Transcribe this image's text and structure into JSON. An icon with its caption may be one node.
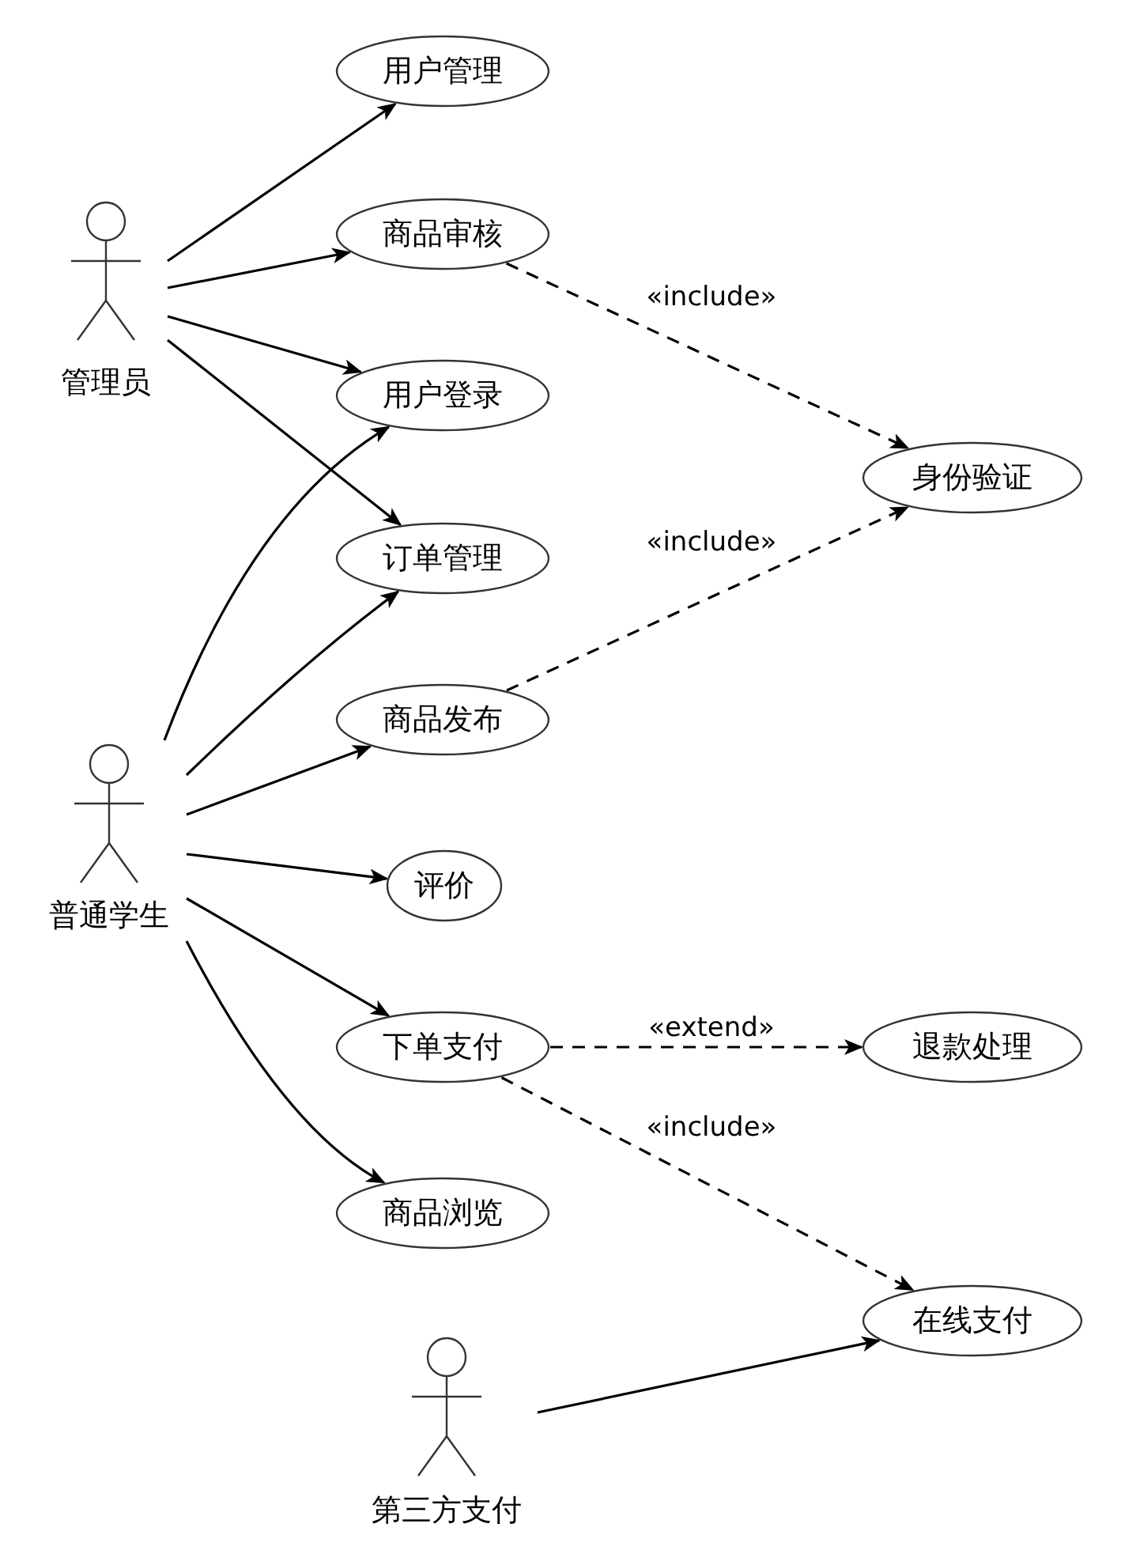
{
  "diagram": {
    "nodes": [
      {
        "text": [
          "管理员"
        ]
      },
      {
        "text": [
          "普通学生"
        ]
      },
      {
        "text": [
          "第三方支付"
        ]
      },
      {
        "text": [
          "用户管理"
        ]
      },
      {
        "text": [
          "商品审核"
        ]
      },
      {
        "text": [
          "用户登录"
        ]
      },
      {
        "text": [
          "订单管理"
        ]
      },
      {
        "text": [
          "商品发布"
        ]
      },
      {
        "text": [
          "评价"
        ]
      },
      {
        "text": [
          "下单支付"
        ]
      },
      {
        "text": [
          "商品浏览"
        ]
      },
      {
        "text": [
          "身份验证"
        ]
      },
      {
        "text": [
          "退款处理"
        ]
      },
      {
        "text": [
          "在线支付"
        ]
      }
    ],
    "edges": [
      {
        "from": 0,
        "to": 3,
        "arrow": "to"
      },
      {
        "from": 0,
        "to": 4,
        "arrow": "to"
      },
      {
        "from": 0,
        "to": 5,
        "arrow": "to"
      },
      {
        "from": 0,
        "to": 6,
        "arrow": "to"
      },
      {
        "from": 1,
        "to": 5,
        "arrow": "to"
      },
      {
        "from": 1,
        "to": 6,
        "arrow": "to"
      },
      {
        "from": 1,
        "to": 7,
        "arrow": "to"
      },
      {
        "from": 1,
        "to": 8,
        "arrow": "to"
      },
      {
        "from": 1,
        "to": 9,
        "arrow": "to"
      },
      {
        "from": 1,
        "to": 10,
        "arrow": "to"
      },
      {
        "from": 2,
        "to": 13,
        "arrow": "to"
      },
      {
        "from": 4,
        "to": 11,
        "arrow": "to",
        "style": "dashed",
        "label": "«include»"
      },
      {
        "from": 7,
        "to": 11,
        "arrow": "to",
        "style": "dashed",
        "label": "«include»"
      },
      {
        "from": 9,
        "to": 12,
        "arrow": "to",
        "style": "dashed",
        "label": "«extend»"
      },
      {
        "from": 9,
        "to": 13,
        "arrow": "to",
        "style": "dashed",
        "label": "«include»"
      }
    ]
  }
}
